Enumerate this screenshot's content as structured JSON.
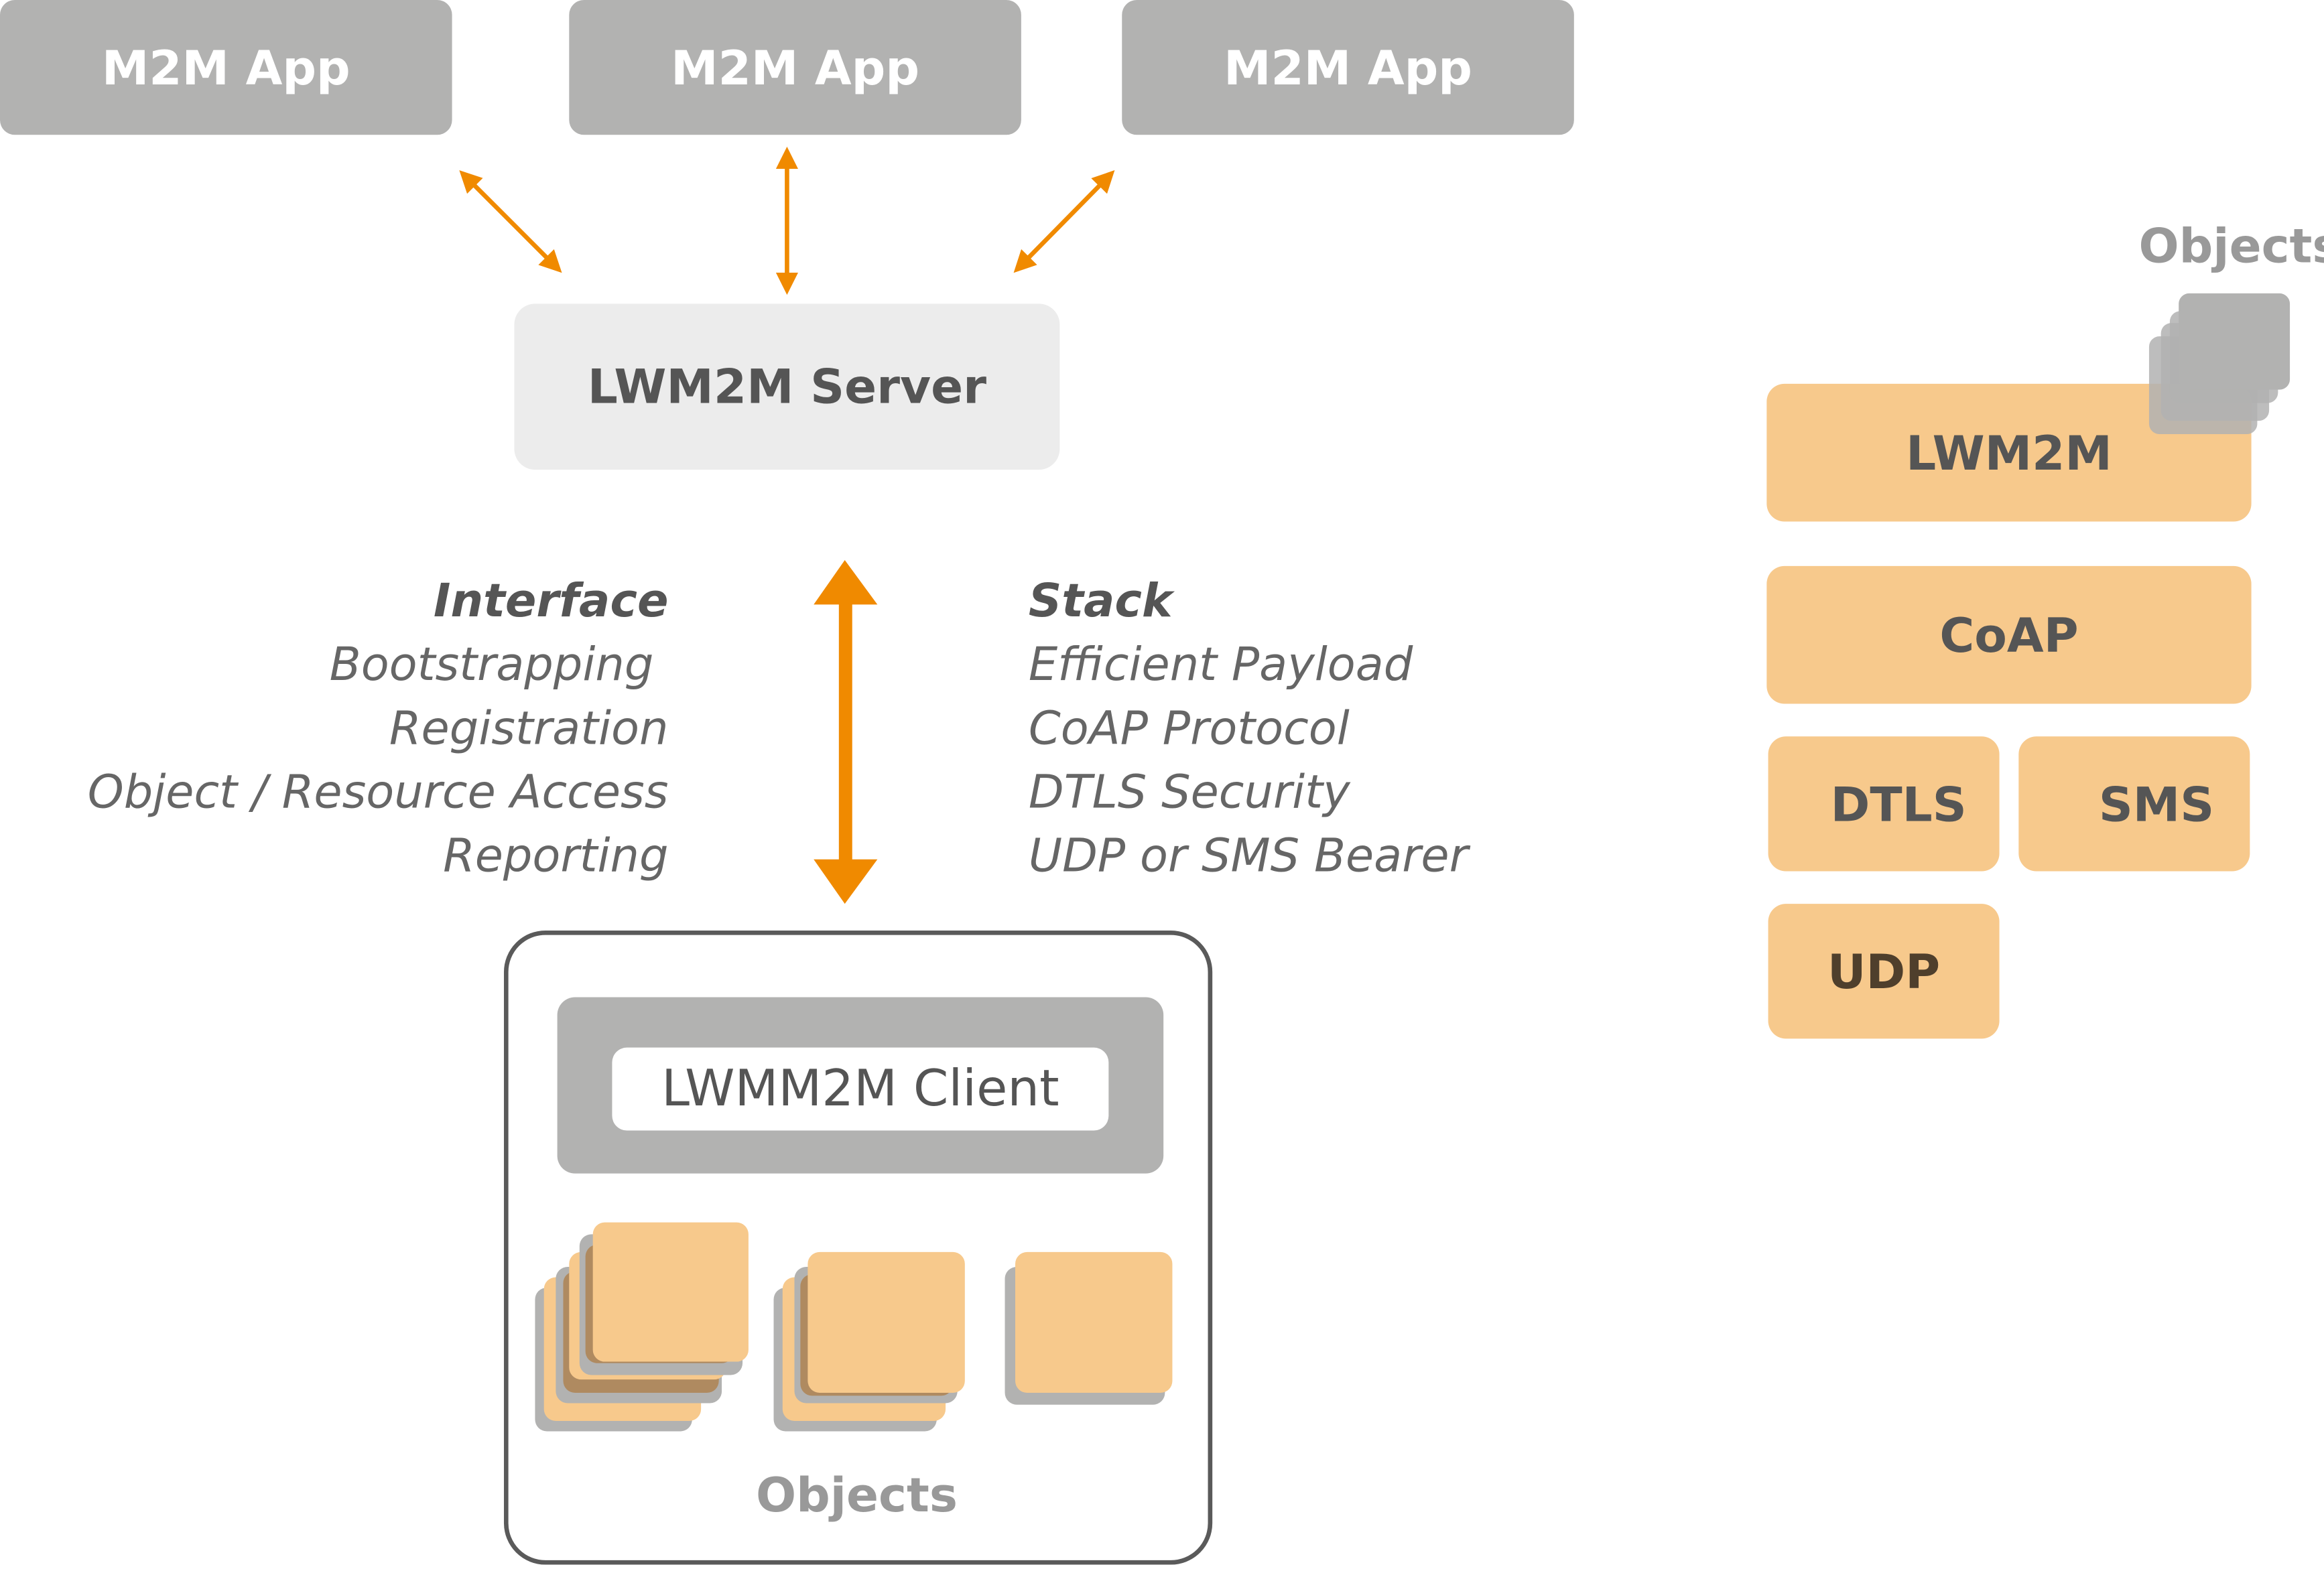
{
  "apps": [
    {
      "label": "M2M App"
    },
    {
      "label": "M2M App"
    },
    {
      "label": "M2M App"
    }
  ],
  "server": {
    "label": "LWM2M Server"
  },
  "interface": {
    "heading": "Interface",
    "items": [
      "Bootstrapping",
      "Registration",
      "Object / Resource Access",
      "Reporting"
    ]
  },
  "stack": {
    "heading": "Stack",
    "items": [
      "Efficient Payload",
      "CoAP Protocol",
      "DTLS Security",
      "UDP or SMS Bearer"
    ]
  },
  "client": {
    "label": "LWMM2M Client",
    "objects_label": "Objects"
  },
  "protocol_stack": {
    "objects_label": "Objects",
    "layers": [
      "LWM2M",
      "CoAP",
      "DTLS",
      "SMS",
      "UDP"
    ]
  },
  "colors": {
    "arrow": "#f08a00",
    "app": "#b2b2b1",
    "layer": "#f7c98c",
    "text": "#555555"
  }
}
